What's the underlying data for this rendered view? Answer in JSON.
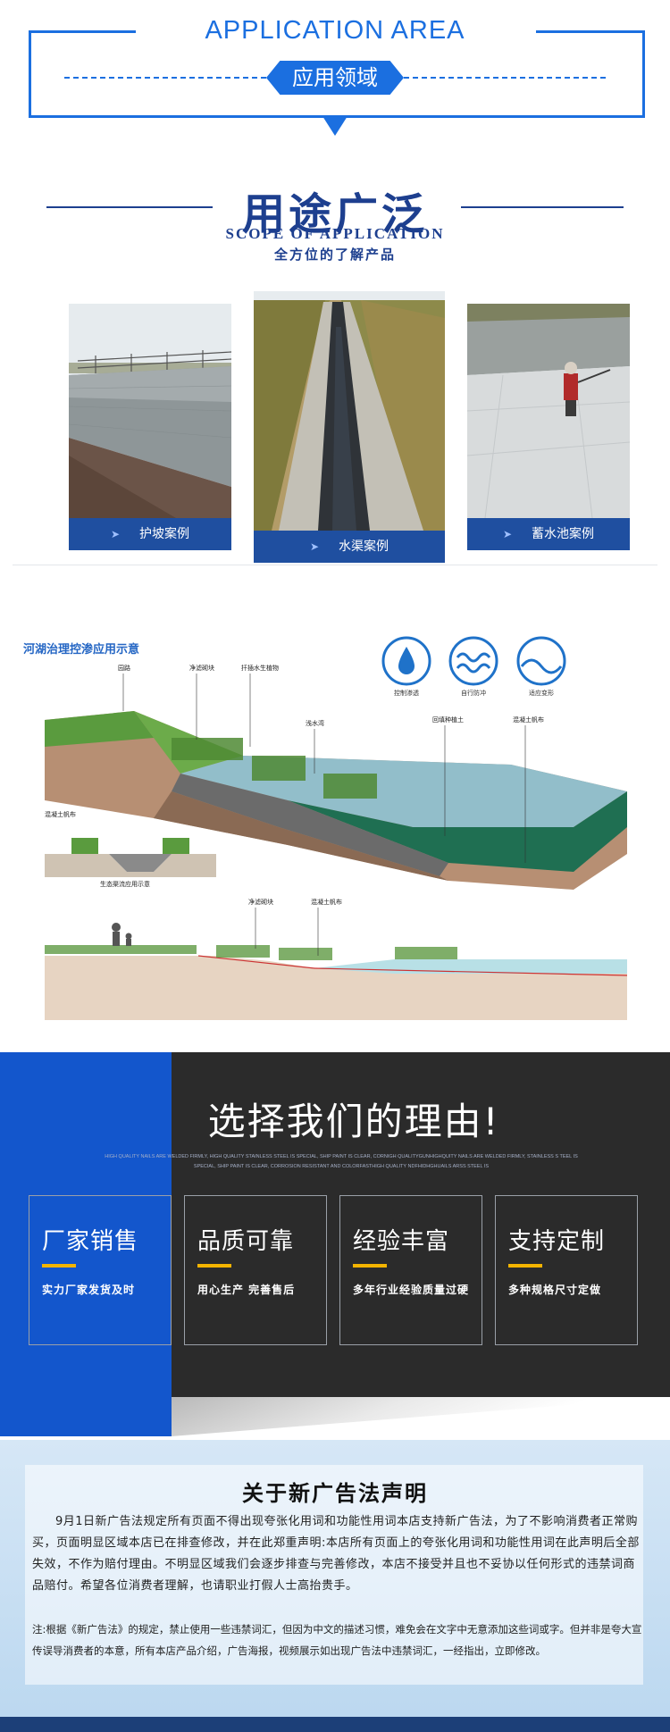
{
  "header": {
    "title_en": "APPLICATION AREA",
    "badge": "应用领域"
  },
  "scope": {
    "title_cn": "用途广泛",
    "title_en": "SCOPE OF APPLICATION",
    "subtitle": "全方位的了解产品"
  },
  "cases": [
    {
      "label": "护坡案例"
    },
    {
      "label": "水渠案例"
    },
    {
      "label": "蓄水池案例"
    }
  ],
  "diagram": {
    "title": "河湖治理控渗应用示意",
    "icons": [
      "控制渗透",
      "自行防冲",
      "适应变形"
    ],
    "labels": [
      "园路",
      "净滤砌块",
      "扦插水生植物",
      "浅水湾",
      "回填种植土",
      "混凝土帆布",
      "混凝土帆布",
      "生态渠流应用示意",
      "净滤砌块",
      "混凝土帆布"
    ]
  },
  "reasons": {
    "title": "选择我们的理由!",
    "desc": "HIGH QUALITY NAILS ARE WELDED FIRMLY, HIGH QUALITY STAINLESS STEEL IS SPECIAL, SHIP PAINT IS CLEAR, CORNIGH QUALITYGUNHIGHQUITY NAILS ARE WELDED FIRMLY, STAINLESS S TEEL IS SPECIAL, SHIP PAINT IS CLEAR, CORROSION RESISTANT AND COLORFASTHIGH QUALITY NDFHIDHGHUAILS ARSS STEEL IS",
    "cards": [
      {
        "title": "厂家销售",
        "sub": "实力厂家发货及时"
      },
      {
        "title": "品质可靠",
        "sub": "用心生产 完善售后"
      },
      {
        "title": "经验丰富",
        "sub": "多年行业经验质量过硬"
      },
      {
        "title": "支持定制",
        "sub": "多种规格尺寸定做"
      }
    ]
  },
  "notice": {
    "title": "关于新广告法声明",
    "para": "9月1日新广告法规定所有页面不得出现夸张化用词和功能性用词本店支持新广告法，为了不影响消费者正常购买，页面明显区域本店已在排查修改，并在此郑重声明:本店所有页面上的夸张化用词和功能性用词在此声明后全部失效，不作为赔付理由。不明显区域我们会逐步排查与完善修改，本店不接受并且也不妥协以任何形式的违禁词商品赔付。希望各位消费者理解，也请职业打假人士高抬贵手。",
    "note": "注:根据《新广告法》的规定，禁止使用一些违禁词汇，但因为中文的描述习惯，难免会在文字中无意添加这些词或字。但并非是夸大宣传误导消费者的本意，所有本店产品介绍，广告海报，视频展示如出现广告法中违禁词汇，一经指出，立即修改。"
  }
}
